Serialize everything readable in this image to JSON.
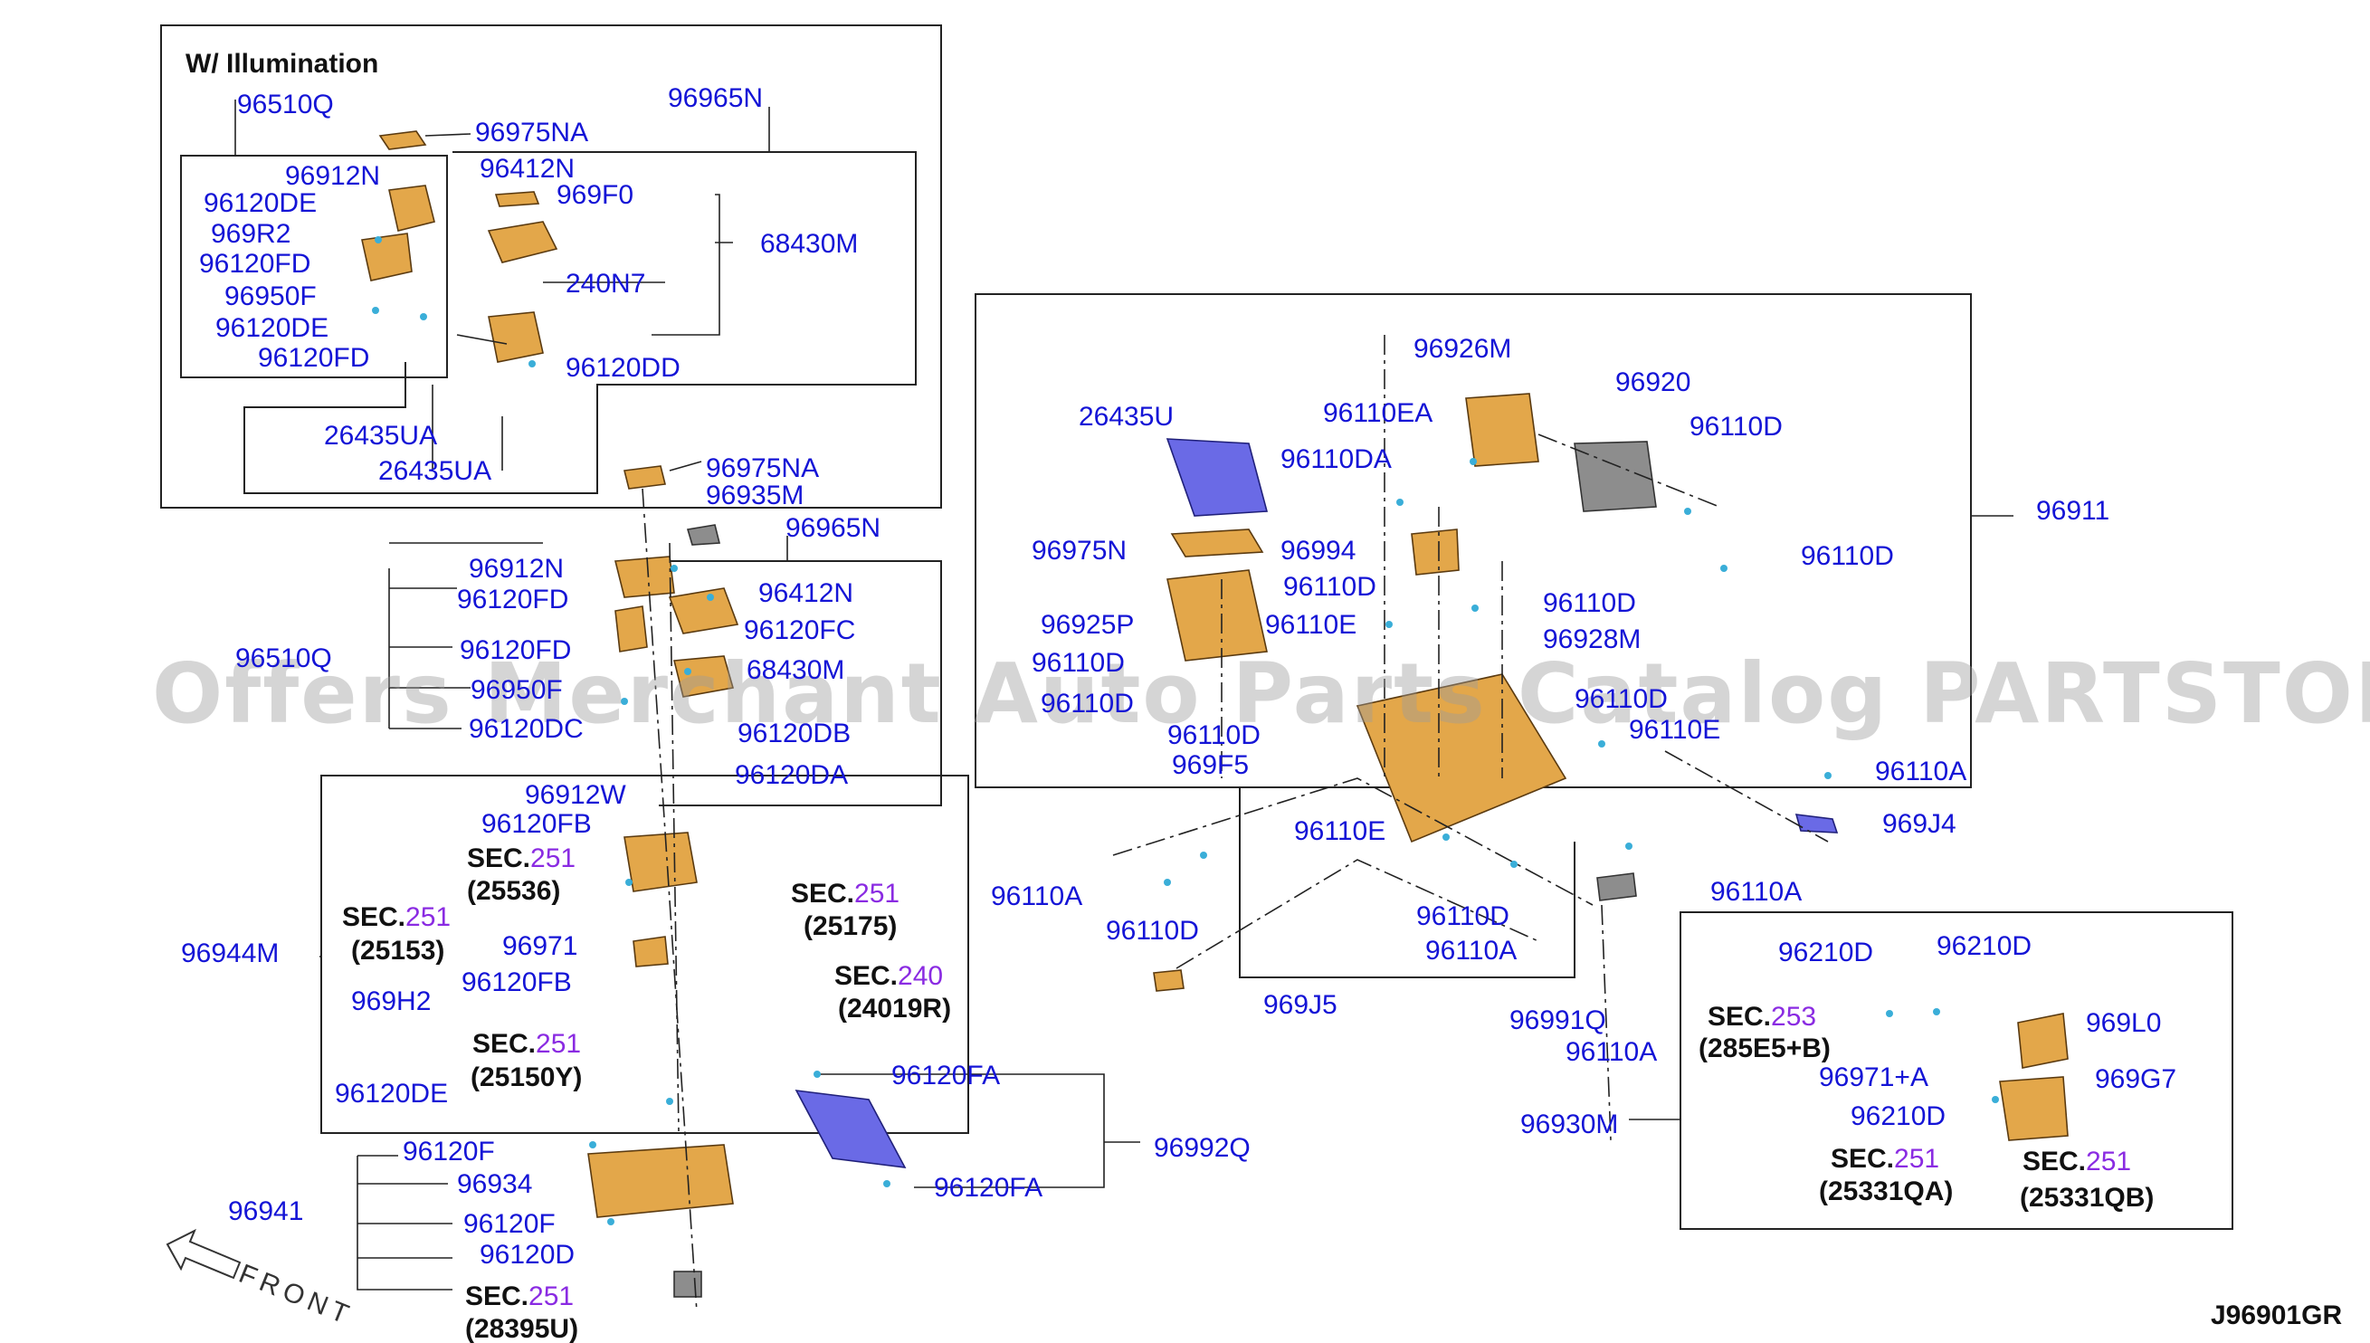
{
  "header": "W/ Illumination",
  "watermark": "Offers Merchant Auto Parts Catalog PARTSTORE.SA",
  "diagram_code": "J96901GR",
  "front_label": "FRONT",
  "labels": [
    {
      "id": "l1",
      "text": "96510Q"
    },
    {
      "id": "l2",
      "text": "96975NA"
    },
    {
      "id": "l3",
      "text": "96965N"
    },
    {
      "id": "l4",
      "text": "96912N"
    },
    {
      "id": "l5",
      "text": "96412N"
    },
    {
      "id": "l6",
      "text": "96120DE"
    },
    {
      "id": "l7",
      "text": "969F0"
    },
    {
      "id": "l8",
      "text": "969R2"
    },
    {
      "id": "l9",
      "text": "68430M"
    },
    {
      "id": "l10",
      "text": "96120FD"
    },
    {
      "id": "l11",
      "text": "96950F"
    },
    {
      "id": "l12",
      "text": "240N7"
    },
    {
      "id": "l13",
      "text": "96120DE"
    },
    {
      "id": "l14",
      "text": "96120FD"
    },
    {
      "id": "l15",
      "text": "96120DD"
    },
    {
      "id": "l16",
      "text": "26435UA"
    },
    {
      "id": "l17",
      "text": "26435UA"
    },
    {
      "id": "l18",
      "text": "96975NA"
    },
    {
      "id": "l19",
      "text": "96935M"
    },
    {
      "id": "l20",
      "text": "96965N"
    },
    {
      "id": "l21",
      "text": "96912N"
    },
    {
      "id": "l22",
      "text": "96120FD"
    },
    {
      "id": "l23",
      "text": "96412N"
    },
    {
      "id": "l24",
      "text": "96120FC"
    },
    {
      "id": "l25",
      "text": "96510Q"
    },
    {
      "id": "l26",
      "text": "96120FD"
    },
    {
      "id": "l27",
      "text": "68430M"
    },
    {
      "id": "l28",
      "text": "96950F"
    },
    {
      "id": "l29",
      "text": "96120DC"
    },
    {
      "id": "l30",
      "text": "96120DB"
    },
    {
      "id": "l31",
      "text": "96120DA"
    },
    {
      "id": "l32",
      "text": "96912W"
    },
    {
      "id": "l33",
      "text": "96120FB"
    },
    {
      "id": "l34",
      "text": "96944M"
    },
    {
      "id": "l35",
      "text": "96971"
    },
    {
      "id": "l36",
      "text": "96120FB"
    },
    {
      "id": "l37",
      "text": "969H2"
    },
    {
      "id": "l38",
      "text": "96120DE"
    },
    {
      "id": "l39",
      "text": "96120F"
    },
    {
      "id": "l40",
      "text": "96934"
    },
    {
      "id": "l41",
      "text": "96941"
    },
    {
      "id": "l42",
      "text": "96120F"
    },
    {
      "id": "l43",
      "text": "96120D"
    },
    {
      "id": "l44",
      "text": "96120FA"
    },
    {
      "id": "l45",
      "text": "96992Q"
    },
    {
      "id": "l46",
      "text": "96120FA"
    },
    {
      "id": "l47",
      "text": "26435U"
    },
    {
      "id": "l48",
      "text": "96926M"
    },
    {
      "id": "l49",
      "text": "96920"
    },
    {
      "id": "l50",
      "text": "96110EA"
    },
    {
      "id": "l51",
      "text": "96110D"
    },
    {
      "id": "l52",
      "text": "96110DA"
    },
    {
      "id": "l53",
      "text": "96911"
    },
    {
      "id": "l54",
      "text": "96975N"
    },
    {
      "id": "l55",
      "text": "96994"
    },
    {
      "id": "l56",
      "text": "96110D"
    },
    {
      "id": "l57",
      "text": "96110D"
    },
    {
      "id": "l58",
      "text": "96110D"
    },
    {
      "id": "l59",
      "text": "96925P"
    },
    {
      "id": "l60",
      "text": "96110E"
    },
    {
      "id": "l61",
      "text": "96928M"
    },
    {
      "id": "l62",
      "text": "96110D"
    },
    {
      "id": "l63",
      "text": "96110D"
    },
    {
      "id": "l64",
      "text": "96110D"
    },
    {
      "id": "l65",
      "text": "96110E"
    },
    {
      "id": "l66",
      "text": "96110D"
    },
    {
      "id": "l67",
      "text": "969F5"
    },
    {
      "id": "l68",
      "text": "96110A"
    },
    {
      "id": "l69",
      "text": "96110E"
    },
    {
      "id": "l70",
      "text": "969J4"
    },
    {
      "id": "l71",
      "text": "96110A"
    },
    {
      "id": "l72",
      "text": "96110A"
    },
    {
      "id": "l73",
      "text": "96110D"
    },
    {
      "id": "l74",
      "text": "96110D"
    },
    {
      "id": "l75",
      "text": "96110A"
    },
    {
      "id": "l76",
      "text": "969J5"
    },
    {
      "id": "l77",
      "text": "96991Q"
    },
    {
      "id": "l78",
      "text": "96110A"
    },
    {
      "id": "l79",
      "text": "96210D"
    },
    {
      "id": "l80",
      "text": "96210D"
    },
    {
      "id": "l81",
      "text": "969L0"
    },
    {
      "id": "l82",
      "text": "96971+A"
    },
    {
      "id": "l83",
      "text": "969G7"
    },
    {
      "id": "l84",
      "text": "96930M"
    },
    {
      "id": "l85",
      "text": "96210D"
    }
  ],
  "sec_refs": [
    {
      "id": "s1",
      "sec": "SEC.",
      "num": "251",
      "code": "(25536)"
    },
    {
      "id": "s2",
      "sec": "SEC.",
      "num": "251",
      "code": "(25175)"
    },
    {
      "id": "s3",
      "sec": "SEC.",
      "num": "251",
      "code": "(25153)"
    },
    {
      "id": "s4",
      "sec": "SEC.",
      "num": "240",
      "code": "(24019R)"
    },
    {
      "id": "s5",
      "sec": "SEC.",
      "num": "251",
      "code": "(25150Y)"
    },
    {
      "id": "s6",
      "sec": "SEC.",
      "num": "251",
      "code": "(28395U)"
    },
    {
      "id": "s7",
      "sec": "SEC.",
      "num": "253",
      "code": "(285E5+B)"
    },
    {
      "id": "s8",
      "sec": "SEC.",
      "num": "251",
      "code": "(25331QA)"
    },
    {
      "id": "s9",
      "sec": "SEC.",
      "num": "251",
      "code": "(25331QB)"
    }
  ]
}
